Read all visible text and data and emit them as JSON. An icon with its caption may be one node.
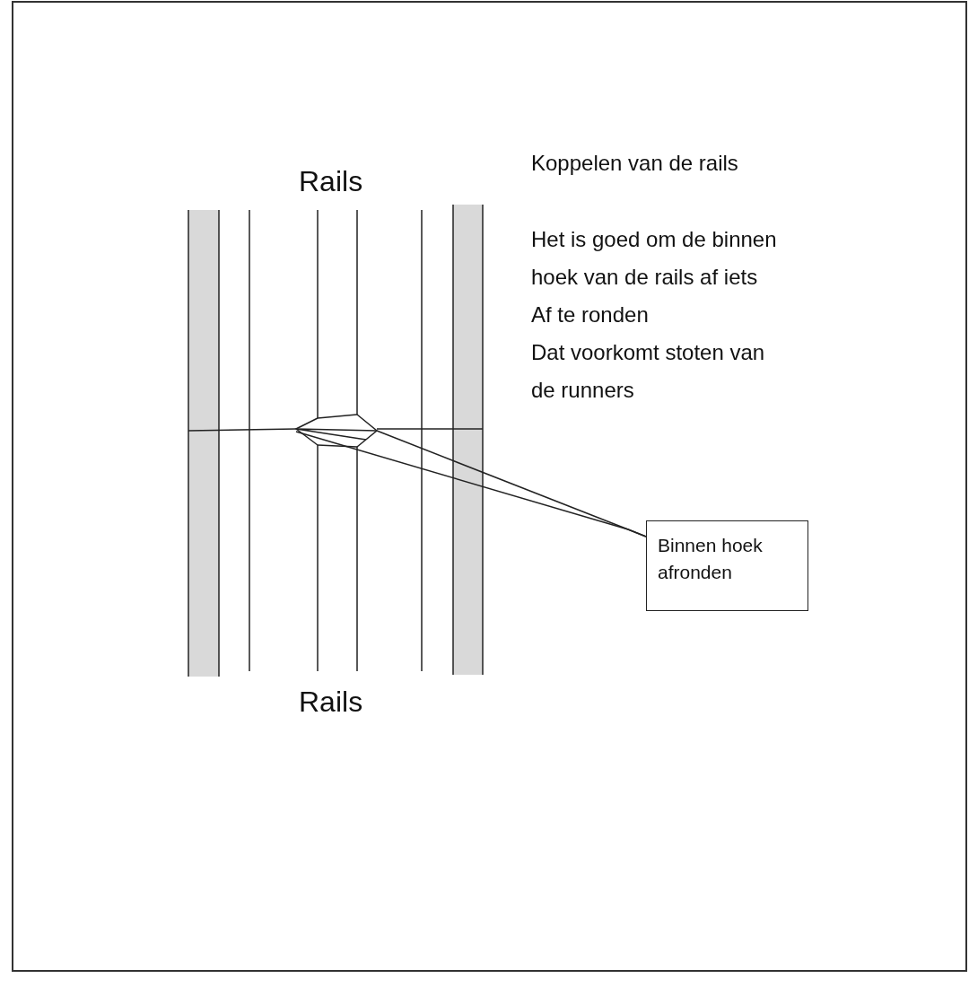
{
  "diagram": {
    "nodes": [
      {
        "text": [
          "Binnen hoek afronden"
        ]
      },
      {
        "text": [],
        "shape": "corner"
      },
      {
        "text": [],
        "shape": "corner"
      }
    ],
    "edges": [
      {
        "from": 0,
        "to": 1,
        "arrow": "none"
      },
      {
        "from": 0,
        "to": 2,
        "arrow": "none"
      }
    ],
    "labels": [
      "Rails",
      "Rails",
      "Koppelen van de rails",
      "Het is goed om de binnen",
      "hoek van de rails af iets",
      "Af te ronden",
      "Dat voorkomt stoten van",
      "de runners"
    ]
  }
}
